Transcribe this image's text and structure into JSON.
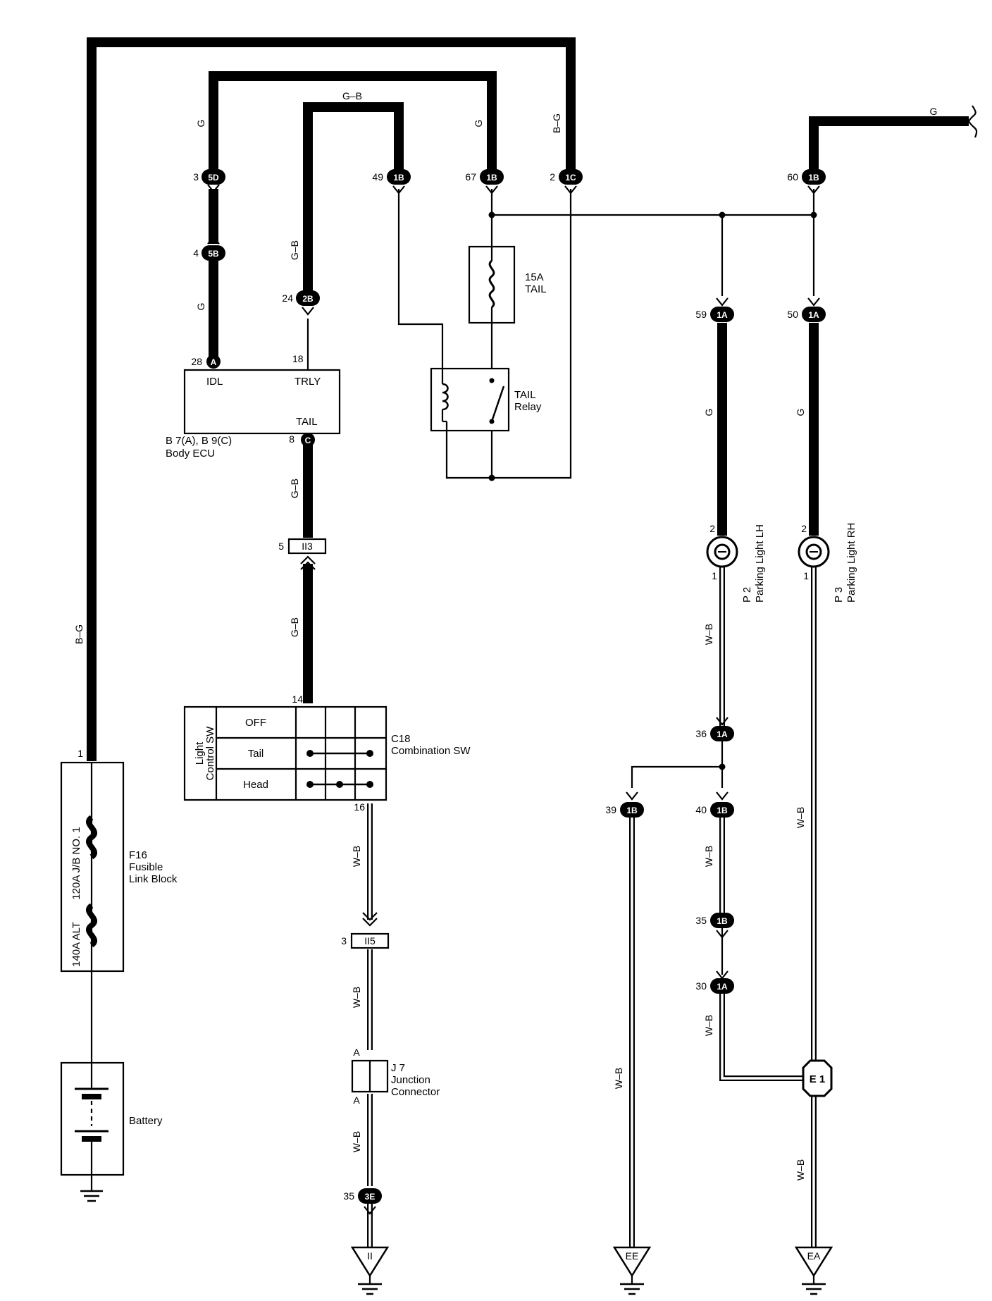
{
  "components": {
    "fusible_link": {
      "name": "F16",
      "desc_line1": "Fusible",
      "desc_line2": "Link Block",
      "fuse1": "120A J/B NO. 1",
      "fuse2": "140A ALT",
      "pin": "1"
    },
    "battery": {
      "label": "Battery"
    },
    "body_ecu": {
      "ref": "B 7(A), B 9(C)",
      "name": "Body ECU",
      "term_idl": "IDL",
      "term_trly": "TRLY",
      "term_tail": "TAIL",
      "pin_idl": "28",
      "pin_trly": "18",
      "pin_tail": "8",
      "conn_idl": "A",
      "conn_tail": "C"
    },
    "tail_fuse": {
      "line1": "15A",
      "line2": "TAIL"
    },
    "tail_relay": {
      "line1": "TAIL",
      "line2": "Relay"
    },
    "combination_sw": {
      "name": "C18",
      "desc": "Combination SW",
      "side_line1": "Light",
      "side_line2": "Control SW",
      "rows": [
        "OFF",
        "Tail",
        "Head"
      ],
      "pin_top": "14",
      "pin_bottom": "16"
    },
    "junction_connector": {
      "name": "J 7",
      "line1": "Junction",
      "line2": "Connector",
      "pin_top": "A",
      "pin_bottom": "A"
    },
    "parking_lh": {
      "ref": "P 2",
      "name": "Parking Light LH",
      "pin_top": "2",
      "pin_bottom": "1"
    },
    "parking_rh": {
      "ref": "P 3",
      "name": "Parking Light RH",
      "pin_top": "2",
      "pin_bottom": "1"
    },
    "ground_point": {
      "label": "E 1"
    }
  },
  "connectors": {
    "c3_5d": {
      "pin": "3",
      "id": "5D"
    },
    "c4_5b": {
      "pin": "4",
      "id": "5B"
    },
    "c24_2b": {
      "pin": "24",
      "id": "2B"
    },
    "c49_1b": {
      "pin": "49",
      "id": "1B"
    },
    "c67_1b": {
      "pin": "67",
      "id": "1B"
    },
    "c2_1c": {
      "pin": "2",
      "id": "1C"
    },
    "c60_1b": {
      "pin": "60",
      "id": "1B"
    },
    "c59_1a": {
      "pin": "59",
      "id": "1A"
    },
    "c50_1a": {
      "pin": "50",
      "id": "1A"
    },
    "c5_ii3": {
      "pin": "5",
      "id": "II3"
    },
    "c3_ii5": {
      "pin": "3",
      "id": "II5"
    },
    "c35_3e": {
      "pin": "35",
      "id": "3E"
    },
    "c36_1a": {
      "pin": "36",
      "id": "1A"
    },
    "c39_1b": {
      "pin": "39",
      "id": "1B"
    },
    "c40_1b": {
      "pin": "40",
      "id": "1B"
    },
    "c35_1b": {
      "pin": "35",
      "id": "1B"
    },
    "c30_1a": {
      "pin": "30",
      "id": "1A"
    }
  },
  "wire_colors": {
    "bg_main": "B–G",
    "bg_top": "B–G",
    "g_ecu_top": "G",
    "g_ecu_low": "G",
    "g_67": "G",
    "g_right": "G",
    "gb_top": "G–B",
    "gb_mid": "G–B",
    "gb_tail": "G–B",
    "gb_csw": "G–B",
    "g_lh": "G",
    "g_rh": "G",
    "wb_csw": "W–B",
    "wb_ii5": "W–B",
    "wb_j7": "W–B",
    "wb_lh": "W–B",
    "wb_40": "W–B",
    "wb_30": "W–B",
    "wb_rh": "W–B",
    "wb_ee": "W–B",
    "wb_ea": "W–B"
  },
  "grounds": [
    "II",
    "EE",
    "EA"
  ]
}
